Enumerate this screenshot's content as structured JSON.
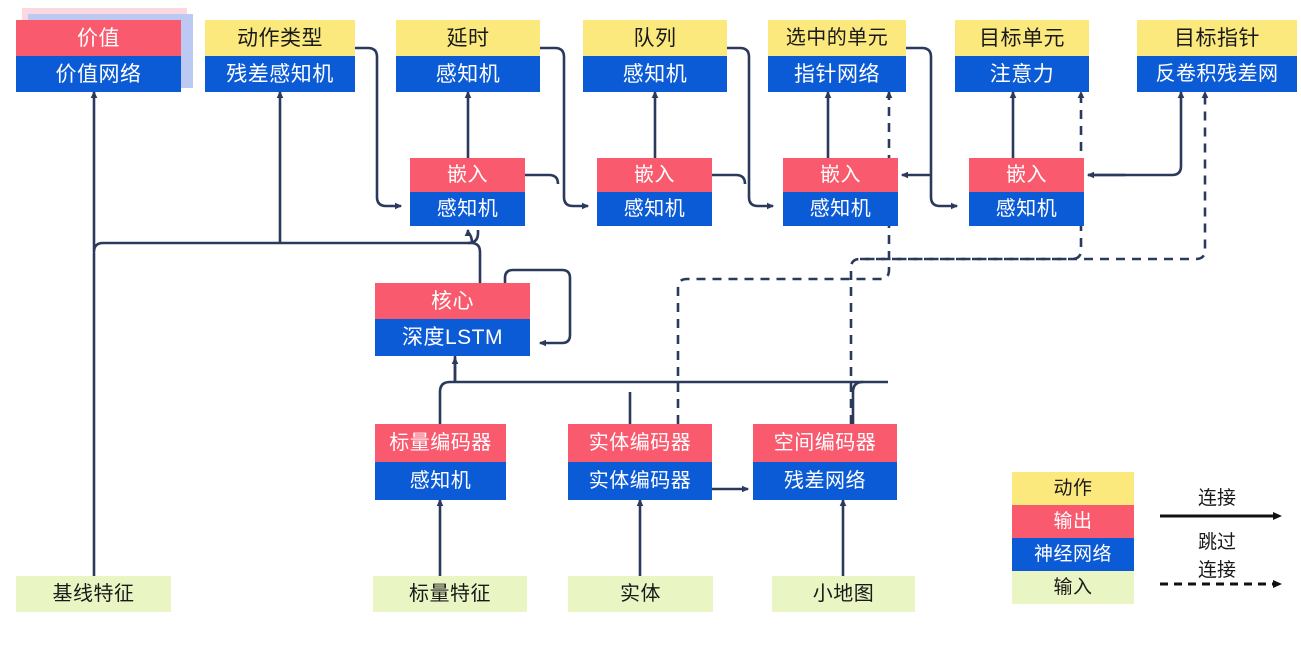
{
  "diagram": {
    "title_present": false,
    "colors": {
      "action": "#fbe97d",
      "output": "#f95a6e",
      "network": "#0c5bd6",
      "input": "#eaf5c4",
      "line": "#2b3a5c",
      "shadow_pink": "#fbd7e0",
      "shadow_blue": "#bcc9f2"
    }
  },
  "nodes": {
    "value": {
      "top": "价值",
      "bottom": "价值网络"
    },
    "action_type": {
      "top": "动作类型",
      "bottom": "残差感知机"
    },
    "delay": {
      "top": "延时",
      "bottom": "感知机"
    },
    "queue": {
      "top": "队列",
      "bottom": "感知机"
    },
    "selected_unit": {
      "top": "选中的单元",
      "bottom": "指针网络"
    },
    "target_unit": {
      "top": "目标单元",
      "bottom": "注意力"
    },
    "target_point": {
      "top": "目标指针",
      "bottom": "反卷积残差网"
    },
    "embed1": {
      "top": "嵌入",
      "bottom": "感知机"
    },
    "embed2": {
      "top": "嵌入",
      "bottom": "感知机"
    },
    "embed3": {
      "top": "嵌入",
      "bottom": "感知机"
    },
    "embed4": {
      "top": "嵌入",
      "bottom": "感知机"
    },
    "core": {
      "top": "核心",
      "bottom": "深度LSTM"
    },
    "scalar_encoder": {
      "top": "标量编码器",
      "bottom": "感知机"
    },
    "entity_encoder": {
      "top": "实体编码器",
      "bottom": "实体编码器"
    },
    "spatial_encoder": {
      "top": "空间编码器",
      "bottom": "残差网络"
    },
    "baseline_features": {
      "label": "基线特征"
    },
    "scalar_features": {
      "label": "标量特征"
    },
    "entities": {
      "label": "实体"
    },
    "minimap": {
      "label": "小地图"
    }
  },
  "legend": {
    "swatches": [
      {
        "key": "action",
        "label": "动作"
      },
      {
        "key": "output",
        "label": "输出"
      },
      {
        "key": "network",
        "label": "神经网络"
      },
      {
        "key": "input",
        "label": "输入"
      }
    ],
    "arrows": [
      {
        "key": "connect",
        "label": "连接",
        "style": "solid"
      },
      {
        "key": "skip_line1",
        "label": "跳过",
        "style": "dashed"
      },
      {
        "key": "skip_line2",
        "label": "连接",
        "style": "dashed"
      }
    ]
  }
}
